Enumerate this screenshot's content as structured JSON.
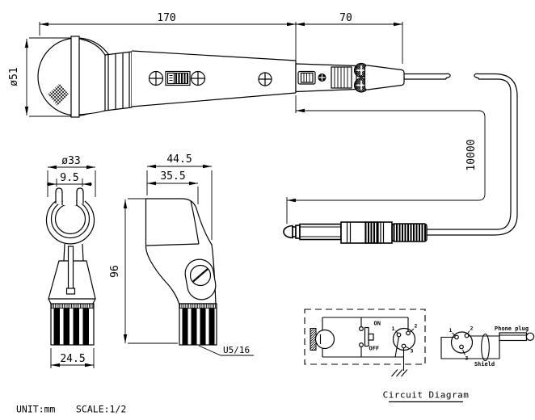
{
  "dimensions": {
    "mic_length": "170",
    "connector_length": "70",
    "mic_diameter": "ø51",
    "cable_length": "10000",
    "clip_outer_diameter": "ø33",
    "clip_gap": "9.5",
    "clip_base_width": "24.5",
    "holder_width": "44.5",
    "holder_top_width": "35.5",
    "holder_height": "96",
    "thread_label": "U5/16"
  },
  "footer": {
    "unit": "UNIT:mm",
    "scale": "SCALE:1/2"
  },
  "circuit": {
    "title": "Circuit Diagram",
    "switch": {
      "on": "ON",
      "off": "OFF"
    },
    "pins": {
      "p1": "1",
      "p2": "2",
      "p3": "3"
    },
    "shield": "Shield",
    "phone_plug": "Phone plug"
  },
  "colors": {
    "line": "#000000",
    "background": "#ffffff"
  }
}
